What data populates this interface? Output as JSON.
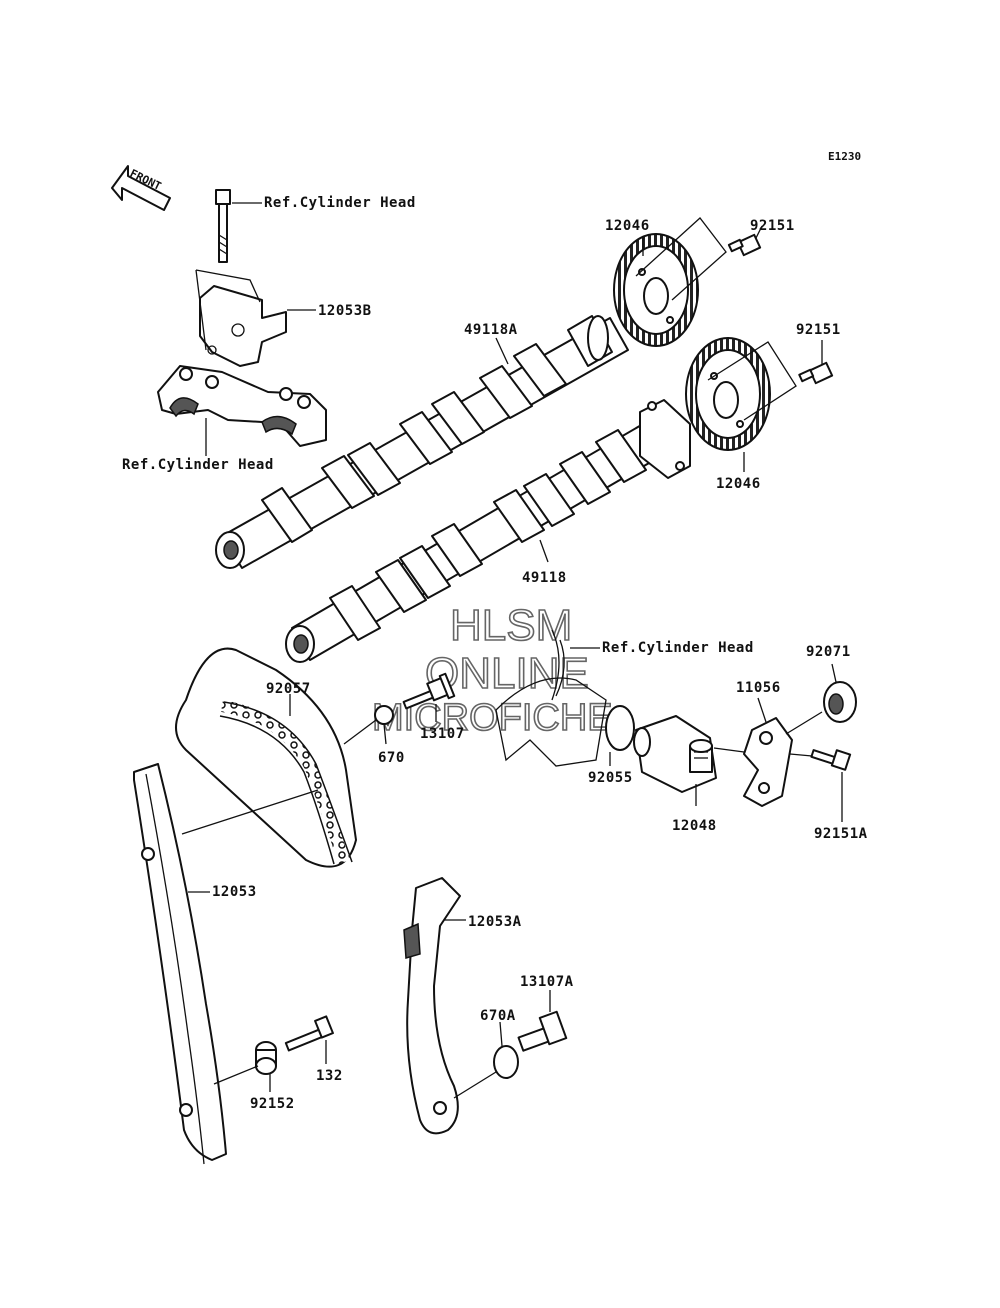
{
  "diagram": {
    "code": "E1230",
    "front_label": "FRONT",
    "watermark": [
      "HLSM",
      "ONLINE",
      "MICROFICHE"
    ],
    "ref_labels": [
      "Ref.Cylinder Head",
      "Ref.Cylinder Head",
      "Ref.Cylinder Head"
    ],
    "parts": {
      "p12046_a": "12046",
      "p92151_a": "92151",
      "p92151_b": "92151",
      "p12046_b": "12046",
      "p12053b": "12053B",
      "p49118a": "49118A",
      "p49118": "49118",
      "p92057": "92057",
      "p13107": "13107",
      "p670": "670",
      "p92055": "92055",
      "p12048": "12048",
      "p11056": "11056",
      "p92071": "92071",
      "p92151a": "92151A",
      "p12053": "12053",
      "p12053a": "12053A",
      "p13107a": "13107A",
      "p670a": "670A",
      "p132": "132",
      "p92152": "92152"
    }
  }
}
